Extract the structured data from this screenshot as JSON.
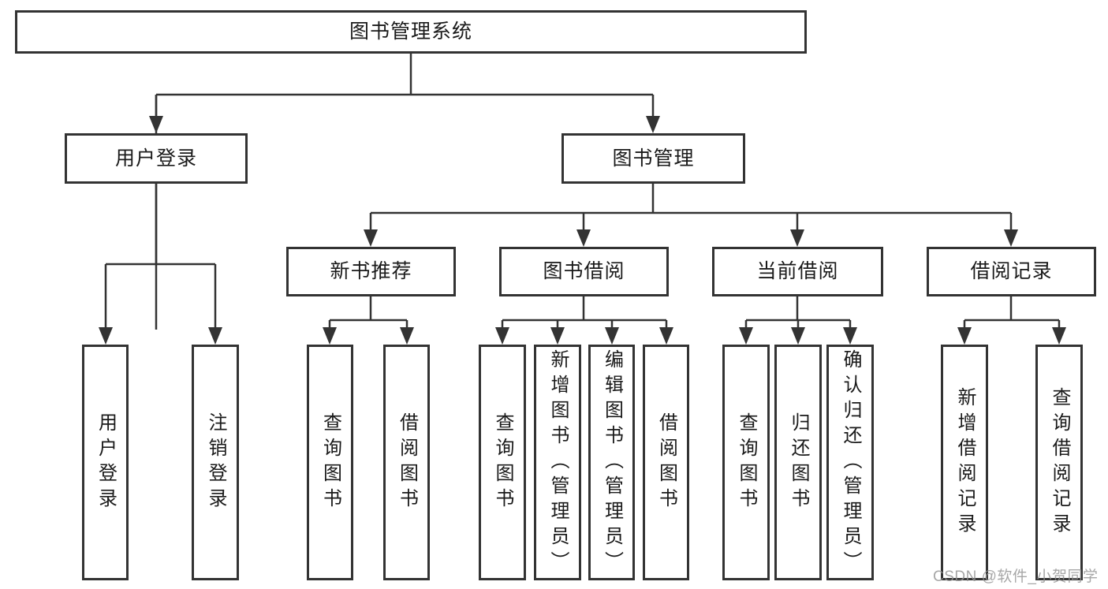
{
  "tree": {
    "root": {
      "label": "图书管理系统"
    },
    "login": {
      "label": "用户登录",
      "children": [
        {
          "label": "用户登录"
        },
        {
          "label": "注销登录"
        }
      ]
    },
    "management": {
      "label": "图书管理",
      "sections": [
        {
          "label": "新书推荐",
          "children": [
            {
              "label": "查询图书"
            },
            {
              "label": "借阅图书"
            }
          ]
        },
        {
          "label": "图书借阅",
          "children": [
            {
              "label": "查询图书"
            },
            {
              "label": "新增图书（管理员）"
            },
            {
              "label": "编辑图书（管理员）"
            },
            {
              "label": "借阅图书"
            }
          ]
        },
        {
          "label": "当前借阅",
          "children": [
            {
              "label": "查询图书"
            },
            {
              "label": "归还图书"
            },
            {
              "label": "确认归还（管理员）"
            }
          ]
        },
        {
          "label": "借阅记录",
          "children": [
            {
              "label": "新增借阅记录"
            },
            {
              "label": "查询借阅记录"
            }
          ]
        }
      ]
    }
  },
  "watermark": {
    "text": "CSDN @软件_小贺同学"
  },
  "colors": {
    "line": "#333333",
    "box_border": "#333333",
    "box_background": "#ffffff",
    "text": "#1a1a1a",
    "watermark": "#949494"
  }
}
